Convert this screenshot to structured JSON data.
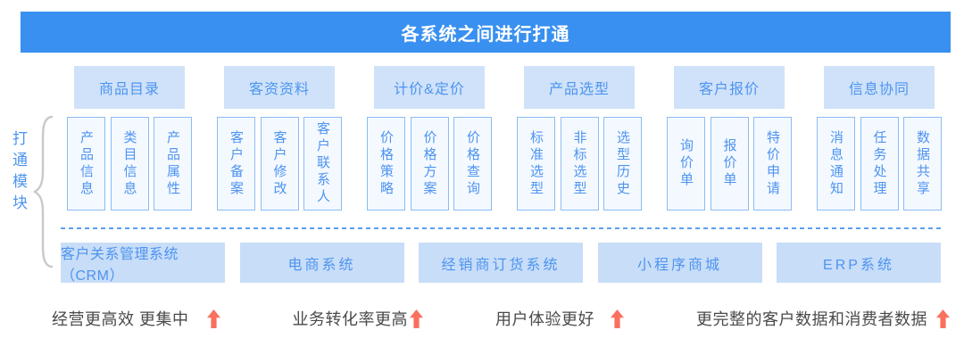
{
  "banner": {
    "title": "各系统之间进行打通"
  },
  "side_label": "打通模块",
  "modules": {
    "columns": [
      {
        "header": "商品目录",
        "items": [
          "产品信息",
          "类目信息",
          "产品属性"
        ]
      },
      {
        "header": "客资资料",
        "items": [
          "客户备案",
          "客户修改",
          "客户联系人"
        ]
      },
      {
        "header": "计价&定价",
        "items": [
          "价格策略",
          "价格方案",
          "价格查询"
        ]
      },
      {
        "header": "产品选型",
        "items": [
          "标准选型",
          "非标选型",
          "选型历史"
        ]
      },
      {
        "header": "客户报价",
        "items": [
          "询价单",
          "报价单",
          "特价申请"
        ]
      },
      {
        "header": "信息协同",
        "items": [
          "消息通知",
          "任务处理",
          "数据共享"
        ]
      }
    ]
  },
  "systems": [
    "客户关系管理系统（CRM）",
    "电商系统",
    "经销商订货系统",
    "小程序商城",
    "ERP系统"
  ],
  "metrics": [
    {
      "text": "经营更高效 更集中"
    },
    {
      "text": "业务转化率更高"
    },
    {
      "text": "用户体验更好"
    },
    {
      "text": "更完整的客户数据和消费者数据"
    }
  ],
  "colors": {
    "banner_blue": "#3990F0",
    "accent_text_blue": "#4E94F0",
    "header_box_bg": "#CFE2F9",
    "module_box_bg": "#F4F9FF",
    "module_box_border": "#8ABBF5",
    "system_box_bg": "#C8DDF8",
    "dashed_line": "#5B9EF3",
    "caption_text": "#4A4A4A",
    "arrow_red": "#F9705F",
    "brace_gray": "#C9C9C9"
  }
}
